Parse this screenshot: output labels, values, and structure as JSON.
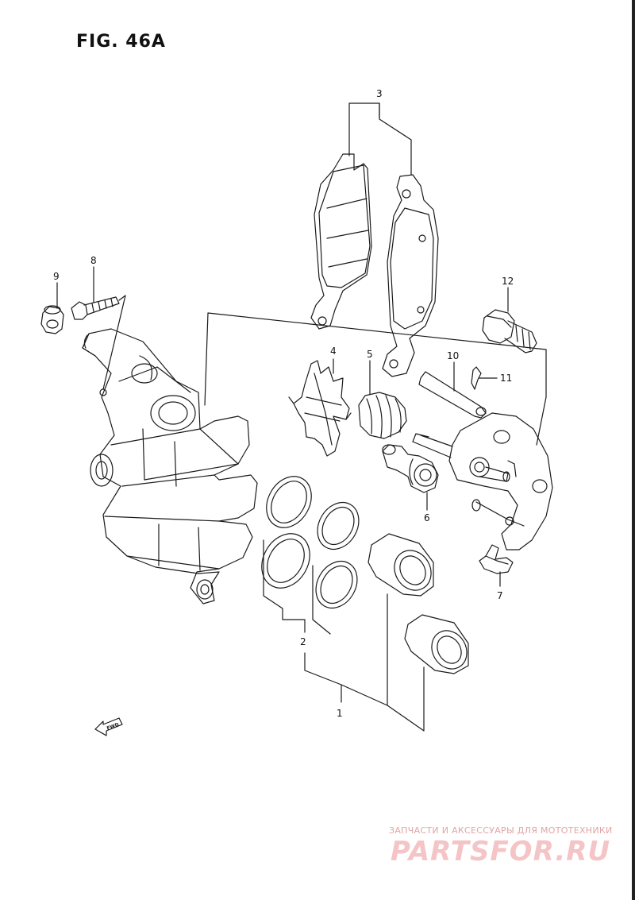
{
  "figure": {
    "title": "FIG. 46A"
  },
  "callouts": {
    "c1": "1",
    "c2": "2",
    "c3": "3",
    "c4": "4",
    "c5": "5",
    "c6": "6",
    "c7": "7",
    "c8": "8",
    "c9": "9",
    "c10": "10",
    "c11": "11",
    "c12": "12"
  },
  "fwd_arrow": "FWD",
  "watermark": {
    "caption": "ЗАПЧАСТИ И АКСЕССУАРЫ ДЛЯ МОТОТЕХНИКИ",
    "logo": "PARTSFOR.RU"
  },
  "colors": {
    "line": "#1a1a1a",
    "watermark": "#f0b8ba"
  }
}
